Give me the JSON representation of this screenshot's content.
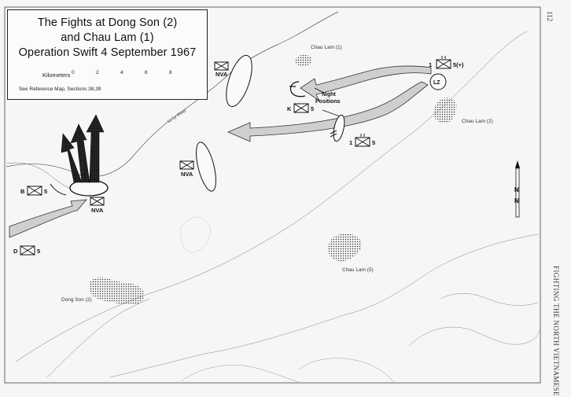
{
  "map": {
    "title_lines": [
      "The Fights at Dong Son (2)",
      "and Chau Lam (1)",
      "Operation Swift 4 September 1967"
    ],
    "scale": {
      "label": "Kilometers",
      "ticks": [
        "0",
        "2",
        "4",
        "6",
        "8"
      ]
    },
    "reference_note": "See Reference Map, Sections 38,39"
  },
  "places": {
    "chau_lam_1": "Chau Lam (1)",
    "chau_lam_2": "Chau Lam (2)",
    "chau_lam_5": "Chau Lam (5)",
    "dong_son_2": "Dong Son (2)",
    "river": "Ly Ly River"
  },
  "units": {
    "nva_north": "NVA",
    "nva_center": "NVA",
    "nva_west": "NVA",
    "k5": {
      "letter": "K",
      "num": "5"
    },
    "b5": {
      "letter": "B",
      "num": "5"
    },
    "d5": {
      "letter": "D",
      "num": "5"
    },
    "one5_east": {
      "letter": "1",
      "num": "5"
    },
    "one5_plus": {
      "letter": "1",
      "num": "5(+)"
    },
    "lz": "LZ",
    "night_positions": [
      "Night",
      "Positions"
    ]
  },
  "compass": {
    "letters": [
      "N",
      "N"
    ]
  },
  "page": {
    "number": "112",
    "running_head": "FIGHTING THE NORTH VIETNAMESE"
  }
}
